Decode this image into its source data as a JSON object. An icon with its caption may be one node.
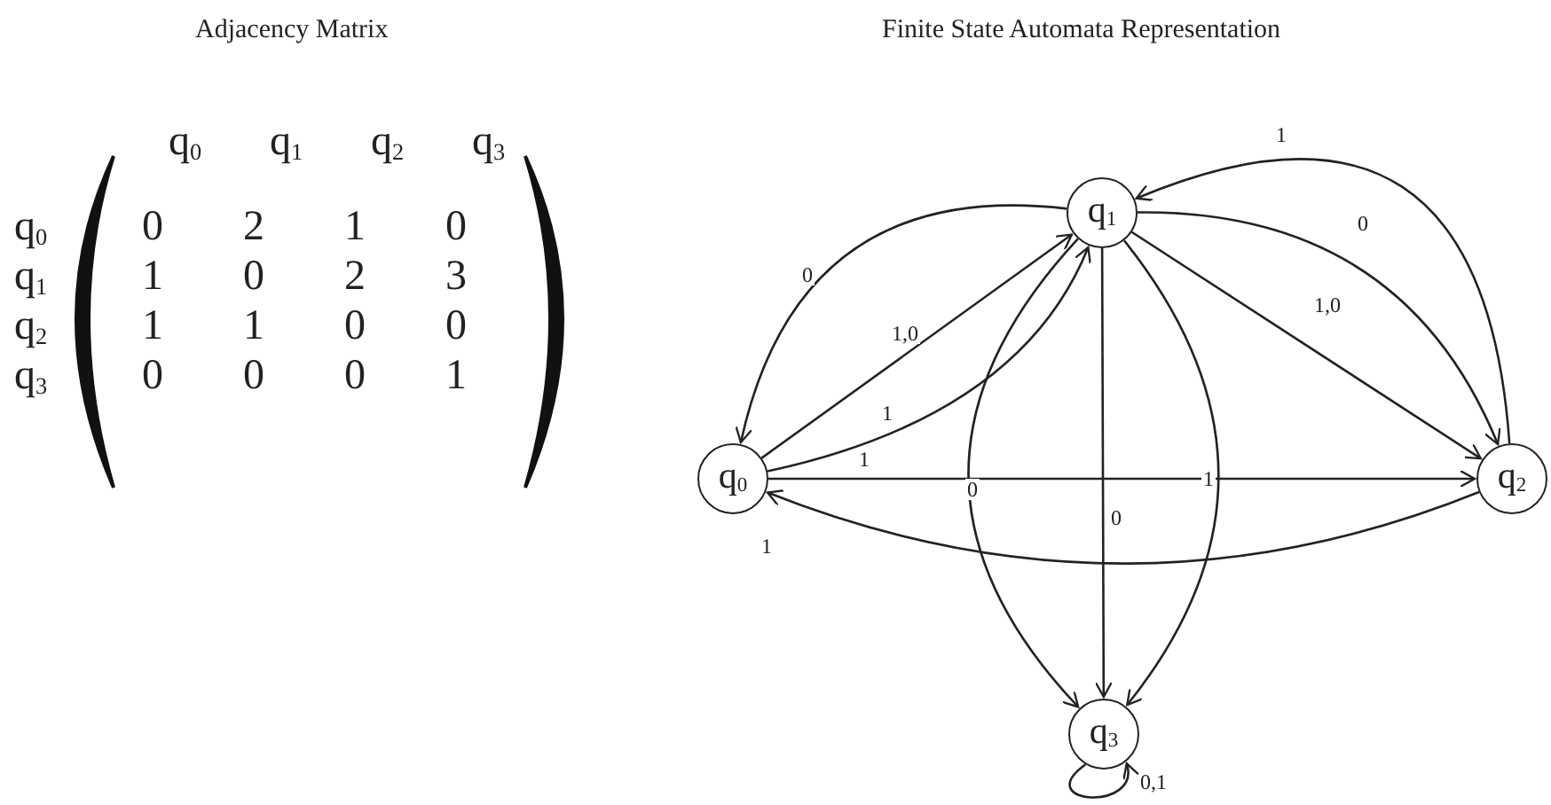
{
  "diagram": {
    "nodes": [
      {
        "text": [
          "q$_{0}$"
        ]
      },
      {
        "text": [
          "q$_{1}$"
        ]
      },
      {
        "text": [
          "q$_{2}$"
        ]
      },
      {
        "text": [
          "q$_{3}$"
        ]
      }
    ],
    "edges": [
      {
        "from": 1,
        "to": 0,
        "arrow": "to",
        "label": "0"
      },
      {
        "from": 0,
        "to": 1,
        "arrow": "to",
        "label": "1,0"
      },
      {
        "from": 0,
        "to": 1,
        "arrow": "to",
        "label": "1"
      },
      {
        "from": 0,
        "to": 2,
        "arrow": "to",
        "label": "1"
      },
      {
        "from": 2,
        "to": 0,
        "arrow": "to",
        "label": "1"
      },
      {
        "from": 2,
        "to": 1,
        "arrow": "to",
        "label": "1"
      },
      {
        "from": 1,
        "to": 2,
        "arrow": "to",
        "label": "0"
      },
      {
        "from": 1,
        "to": 2,
        "arrow": "to",
        "label": "1,0"
      },
      {
        "from": 1,
        "to": 3,
        "arrow": "to",
        "label": "0"
      },
      {
        "from": 1,
        "to": 3,
        "arrow": "to",
        "label": "0"
      },
      {
        "from": 1,
        "to": 3,
        "arrow": "to",
        "label": "1"
      },
      {
        "from": 3,
        "to": 3,
        "arrow": "to",
        "label": "0,1"
      }
    ],
    "labels": [
      "Adjacency Matrix",
      "Finite State Automata Representation",
      "q$_{0}$",
      "q$_{1}$",
      "q$_{2}$",
      "q$_{3}$",
      "q$_{0}$",
      "0",
      "2",
      "1",
      "0",
      "q$_{1}$",
      "1",
      "0",
      "2",
      "3",
      "q$_{2}$",
      "1",
      "1",
      "0",
      "0",
      "q$_{3}$",
      "0",
      "0",
      "0",
      "1"
    ]
  }
}
